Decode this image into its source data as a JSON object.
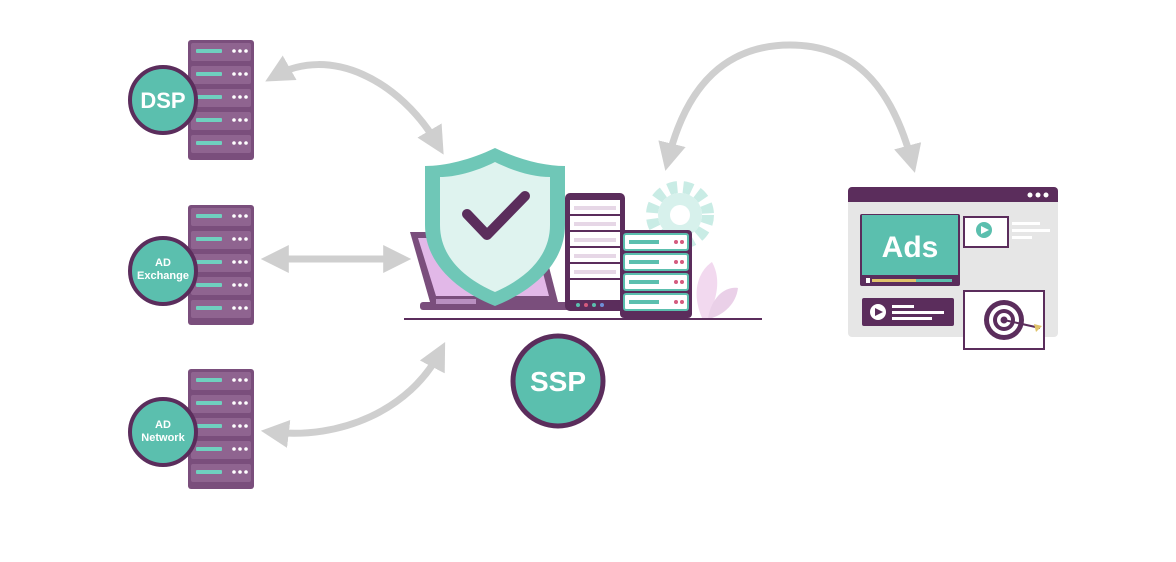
{
  "nodes": {
    "dsp": {
      "label": "DSP"
    },
    "ad_exchange": {
      "label_line1": "AD",
      "label_line2": "Exchange"
    },
    "ad_network": {
      "label_line1": "AD",
      "label_line2": "Network"
    },
    "ssp": {
      "label": "SSP"
    }
  },
  "ads_window": {
    "label": "Ads"
  },
  "colors": {
    "purple": "#7a4e7c",
    "teal": "#5bbfae",
    "dark_purple": "#5b2d5c",
    "arrow_gray": "#cfcfcf"
  },
  "icons": [
    "server-rack-icon",
    "shield-check-icon",
    "laptop-icon",
    "gear-icon",
    "browser-window-icon",
    "video-play-icon",
    "target-icon"
  ]
}
